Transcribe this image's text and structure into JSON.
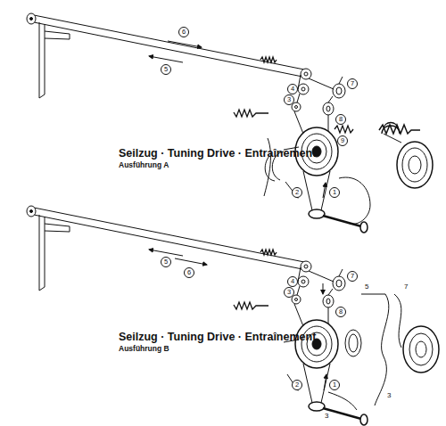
{
  "diagram": {
    "labels": [
      "Seilzug · Tuning Drive · Entraînement",
      "Ausführung A",
      "6",
      "5",
      "4",
      "7",
      "3",
      "8",
      "9",
      "2",
      "1",
      "Seilzug · Tuning Drive · Entraînement",
      "Ausführung B",
      "6",
      "5",
      "4",
      "7",
      "3",
      "8",
      "2",
      "1",
      "5",
      "7",
      "3",
      "3"
    ]
  }
}
